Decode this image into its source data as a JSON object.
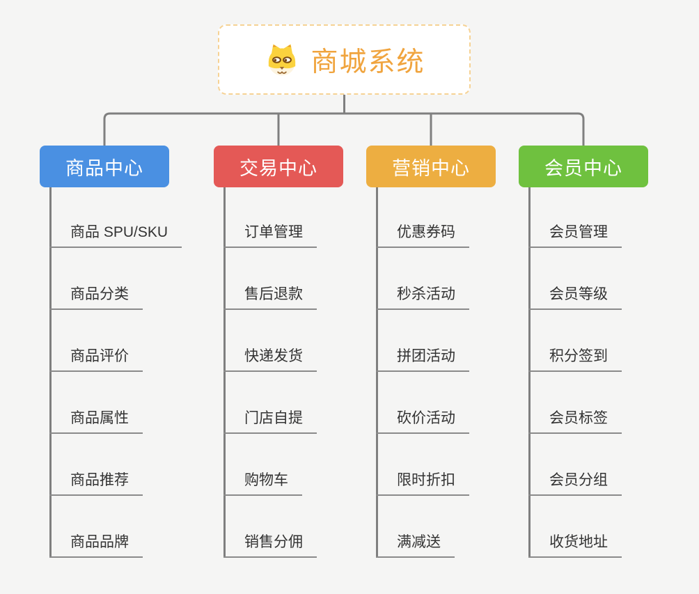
{
  "root": {
    "title": "商城系统",
    "icon": "dog-mascot-icon",
    "text_color": "#f0a43e",
    "border_color": "#f6d294"
  },
  "branches": [
    {
      "label": "商品中心",
      "color": "#4a90e2",
      "items": [
        "商品 SPU/SKU",
        "商品分类",
        "商品评价",
        "商品属性",
        "商品推荐",
        "商品品牌"
      ]
    },
    {
      "label": "交易中心",
      "color": "#e45956",
      "items": [
        "订单管理",
        "售后退款",
        "快递发货",
        "门店自提",
        "购物车",
        "销售分佣"
      ]
    },
    {
      "label": "营销中心",
      "color": "#edae41",
      "items": [
        "优惠券码",
        "秒杀活动",
        "拼团活动",
        "砍价活动",
        "限时折扣",
        "满减送"
      ]
    },
    {
      "label": "会员中心",
      "color": "#6fc13f",
      "items": [
        "会员管理",
        "会员等级",
        "积分签到",
        "会员标签",
        "会员分组",
        "收货地址"
      ]
    }
  ],
  "style": {
    "background": "#f5f5f4",
    "connector_color": "#7f7f7f",
    "item_line_color": "#8a8a8a",
    "item_text_color": "#333333"
  }
}
